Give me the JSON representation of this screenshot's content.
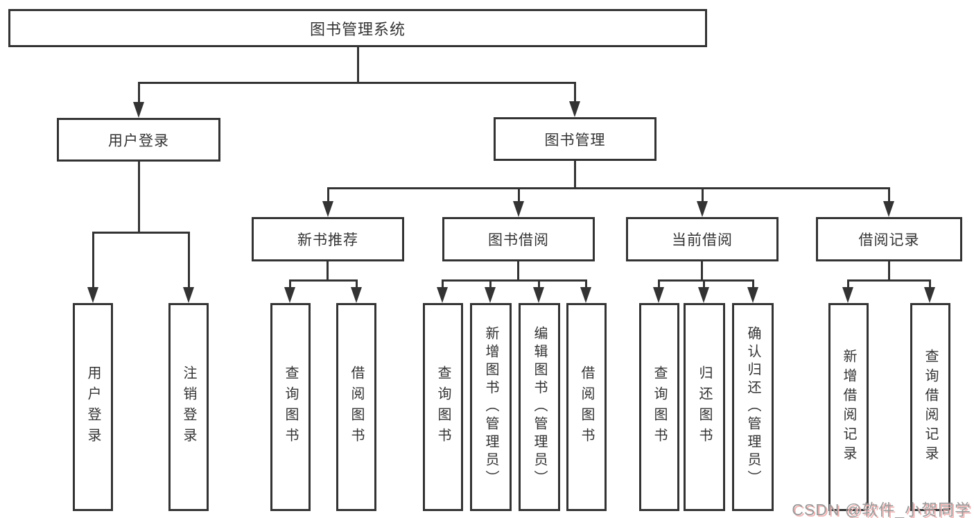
{
  "diagram": {
    "root": {
      "label": "图书管理系统"
    },
    "level2": {
      "user_login": {
        "label": "用户登录"
      },
      "book_management": {
        "label": "图书管理"
      }
    },
    "level3": {
      "new_book_recommendation": {
        "label": "新书推荐"
      },
      "book_borrowing": {
        "label": "图书借阅"
      },
      "current_borrowing": {
        "label": "当前借阅"
      },
      "borrowing_records": {
        "label": "借阅记录"
      }
    },
    "leaves": {
      "user_login": "用户登录",
      "logout_login": "注销登录",
      "rec_query_books": "查询图书",
      "rec_borrow_books": "借阅图书",
      "bb_query_books": "查询图书",
      "bb_add_books_admin": "新增图书（管理员）",
      "bb_edit_books_admin": "编辑图书（管理员）",
      "bb_borrow_books": "借阅图书",
      "cb_query_books": "查询图书",
      "cb_return_books": "归还图书",
      "cb_confirm_return_admin": "确认归还（管理员）",
      "br_add_record": "新增借阅记录",
      "br_query_record": "查询借阅记录"
    },
    "watermark": "CSDN @软件_小贺同学",
    "colors": {
      "line": "#333333",
      "text": "#333333",
      "box_fill": "#ffffff",
      "watermark_text": "#9b9b9b",
      "watermark_shadow": "#f0b4b4"
    }
  }
}
